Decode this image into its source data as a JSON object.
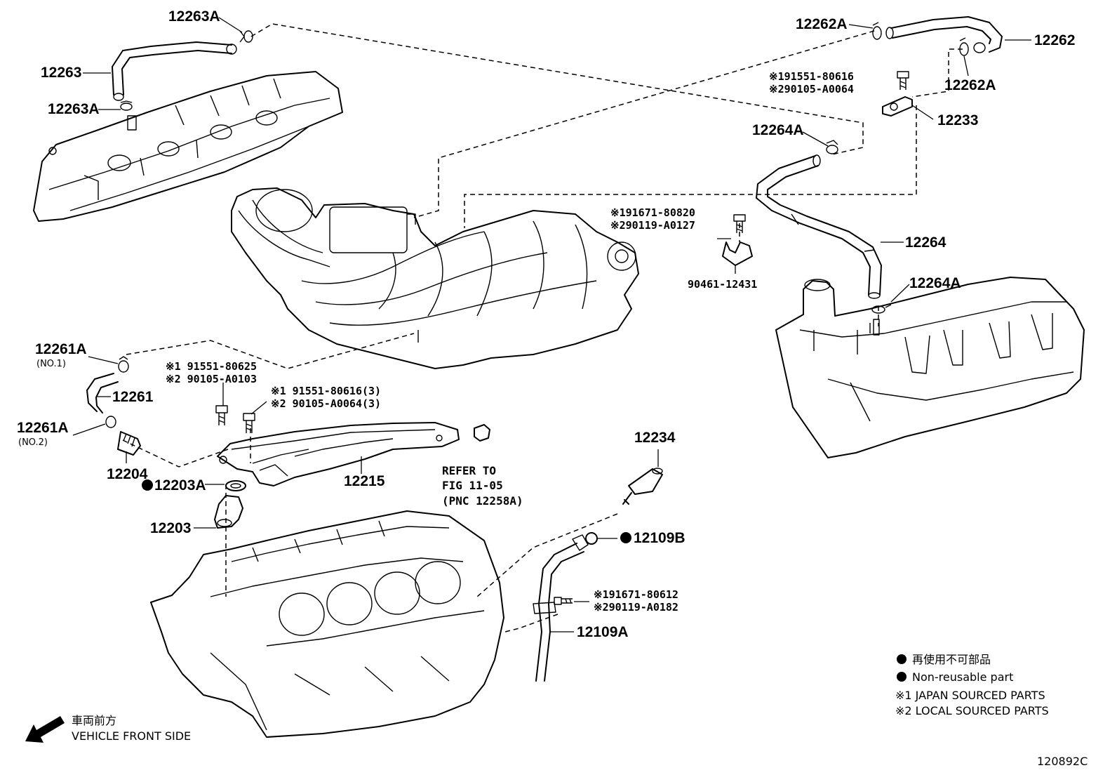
{
  "labels": {
    "p12263A_top": "12263A",
    "p12263": "12263",
    "p12263A_bot": "12263A",
    "p12262A_left": "12262A",
    "p12262": "12262",
    "p12262A_right": "12262A",
    "b12233_j": "※191551-80616",
    "b12233_l": "※290105-A0064",
    "p12233": "12233",
    "p12264A_top": "12264A",
    "b90461_j": "※191671-80820",
    "b90461_l": "※290119-A0127",
    "p90461": "90461-12431",
    "p12264": "12264",
    "p12264A_bot": "12264A",
    "p12261A_no1": "12261A",
    "p12261A_no1_sub": "(NO.1)",
    "p12261": "12261",
    "p12261A_no2": "12261A",
    "p12261A_no2_sub": "(NO.2)",
    "p12204": "12204",
    "b12215a_j": "※1 91551-80625",
    "b12215a_l": "※2 90105-A0103",
    "b12215b_j": "※1 91551-80616(3)",
    "b12215b_l": "※2 90105-A0064(3)",
    "p12215": "12215",
    "p12203A": "12203A",
    "p12203": "12203",
    "ref_l1": "REFER TO",
    "ref_l2": "FIG 11-05",
    "ref_l3": "(PNC 12258A)",
    "p12234": "12234",
    "p12109B": "12109B",
    "b12109_j": "※191671-80612",
    "b12109_l": "※290119-A0182",
    "p12109A": "12109A"
  },
  "legend": {
    "nonreusable_jp": "再使用不可部品",
    "nonreusable_en": "Non-reusable part",
    "note1": "※1 JAPAN SOURCED PARTS",
    "note2": "※2 LOCAL SOURCED PARTS"
  },
  "front": {
    "jp": "車両前方",
    "en": "VEHICLE FRONT SIDE"
  },
  "figure_code": "120892C"
}
